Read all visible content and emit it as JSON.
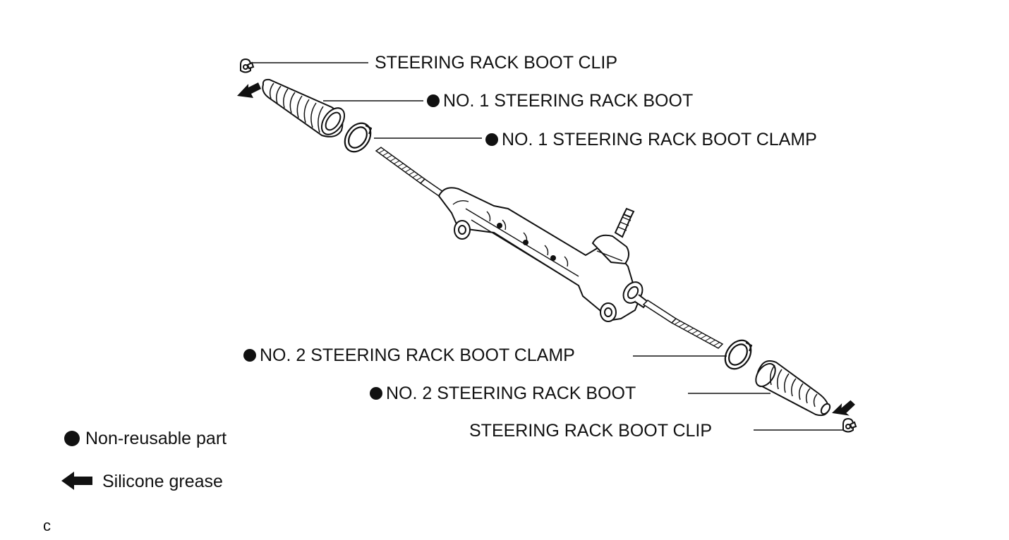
{
  "callouts": {
    "clip_top": "STEERING RACK BOOT CLIP",
    "boot_1": "NO. 1 STEERING RACK BOOT",
    "clamp_1": "NO. 1 STEERING RACK BOOT CLAMP",
    "clamp_2": "NO. 2 STEERING RACK BOOT CLAMP",
    "boot_2": "NO. 2 STEERING RACK BOOT",
    "clip_bottom": "STEERING RACK BOOT CLIP"
  },
  "legend": {
    "non_reusable": "Non-reusable part",
    "silicone_grease": "Silicone grease"
  },
  "figure_code": "c",
  "icons": {
    "non_reusable_marker": "filled-circle-icon",
    "grease_marker": "arrow-left-icon"
  },
  "colors": {
    "ink": "#111111",
    "background": "#ffffff"
  }
}
